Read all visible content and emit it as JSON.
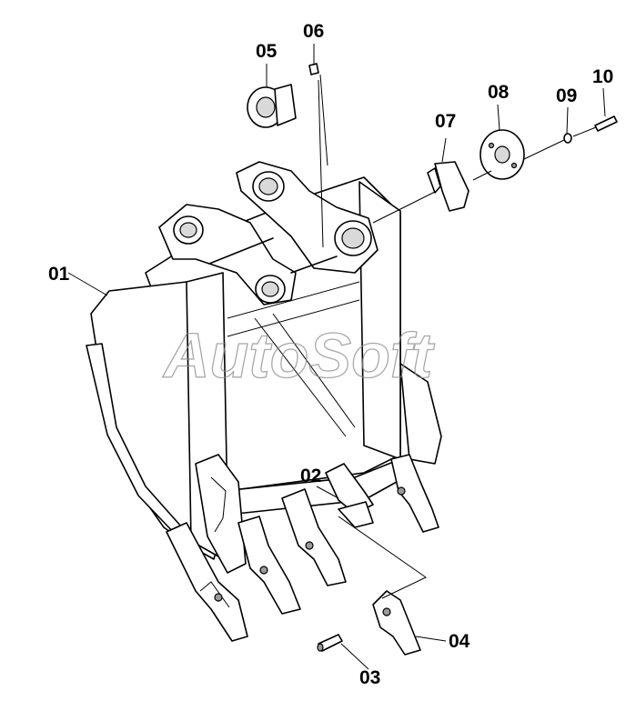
{
  "watermark": "AutoSoft",
  "parts": [
    {
      "id": "01"
    },
    {
      "id": "02"
    },
    {
      "id": "03"
    },
    {
      "id": "04"
    },
    {
      "id": "05"
    },
    {
      "id": "06"
    },
    {
      "id": "07"
    },
    {
      "id": "08"
    },
    {
      "id": "09"
    },
    {
      "id": "10"
    }
  ]
}
